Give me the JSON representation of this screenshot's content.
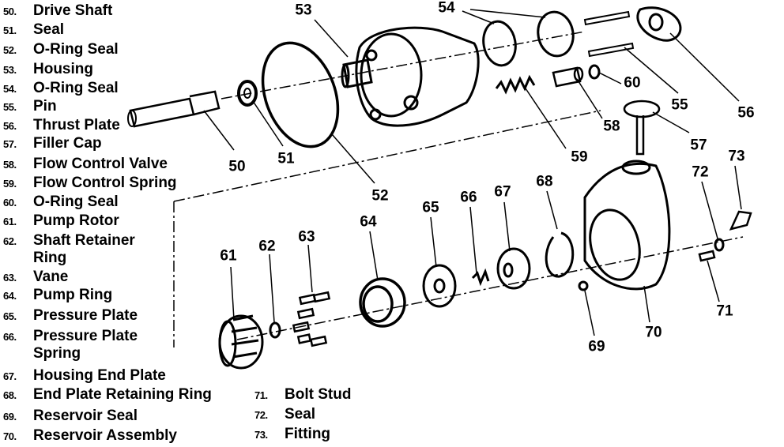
{
  "parts": [
    {
      "num": "50.",
      "label": "Drive Shaft",
      "callout": "50"
    },
    {
      "num": "51.",
      "label": "Seal",
      "callout": "51"
    },
    {
      "num": "52.",
      "label": "O-Ring Seal",
      "callout": "52"
    },
    {
      "num": "53.",
      "label": "Housing",
      "callout": "53"
    },
    {
      "num": "54.",
      "label": "O-Ring Seal",
      "callout": "54"
    },
    {
      "num": "55.",
      "label": "Pin",
      "callout": "55"
    },
    {
      "num": "56.",
      "label": "Thrust Plate",
      "callout": "56"
    },
    {
      "num": "57.",
      "label": "Filler Cap",
      "callout": "57"
    },
    {
      "num": "58.",
      "label": "Flow  Control Valve",
      "callout": "58"
    },
    {
      "num": "59.",
      "label": "Flow  Control Spring",
      "callout": "59"
    },
    {
      "num": "60.",
      "label": "O-Ring Seal",
      "callout": "60"
    },
    {
      "num": "61.",
      "label": "Pump Rotor",
      "callout": "61"
    },
    {
      "num": "62.",
      "label": "Shaft Retainer",
      "label2": "Ring",
      "callout": "62"
    },
    {
      "num": "63.",
      "label": "Vane",
      "callout": "63"
    },
    {
      "num": "64.",
      "label": "Pump Ring",
      "callout": "64"
    },
    {
      "num": "65.",
      "label": "Pressure Plate",
      "callout": "65"
    },
    {
      "num": "66.",
      "label": "Pressure Plate",
      "label2": "Spring",
      "callout": "66"
    },
    {
      "num": "67.",
      "label": "Housing End Plate",
      "callout": "67"
    },
    {
      "num": "68.",
      "label": "End Plate Retaining Ring",
      "callout": "68"
    },
    {
      "num": "69.",
      "label": "Reservoir Seal",
      "callout": "69"
    },
    {
      "num": "70.",
      "label": "Reservoir Assembly",
      "callout": "70"
    },
    {
      "num": "71.",
      "label": "Bolt Stud",
      "callout": "71"
    },
    {
      "num": "72.",
      "label": "Seal",
      "callout": "72"
    },
    {
      "num": "73.",
      "label": "Fitting",
      "callout": "73"
    }
  ]
}
